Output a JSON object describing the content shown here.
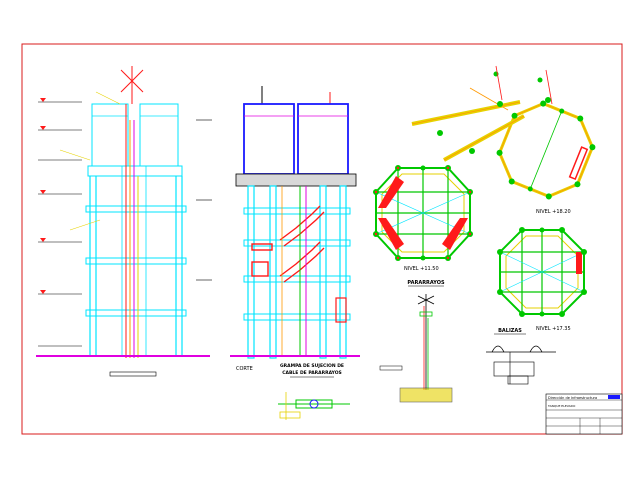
{
  "labels": {
    "corte": "CORTE",
    "grampa": [
      "GRAMPA DE SUJECION DE",
      "CABLE DE PARARRAYOS"
    ],
    "pararrayos": "PARARRAYOS",
    "balizas": "BALIZAS",
    "nivel_1150": "NIVEL +11.50",
    "nivel_1820": "NIVEL +18.20",
    "nivel_1735": "NIVEL +17.35"
  },
  "title_block": {
    "org": "Dirección de Infraestructura",
    "project": "TANQUE ELEVADO"
  },
  "colors": {
    "cyan": "#00e5ff",
    "blue": "#1a1aff",
    "green": "#00c800",
    "red": "#ff1a1a",
    "orange": "#ff9900",
    "magenta": "#e000e0",
    "yellow": "#e6d200",
    "border": "#d81b1b"
  }
}
